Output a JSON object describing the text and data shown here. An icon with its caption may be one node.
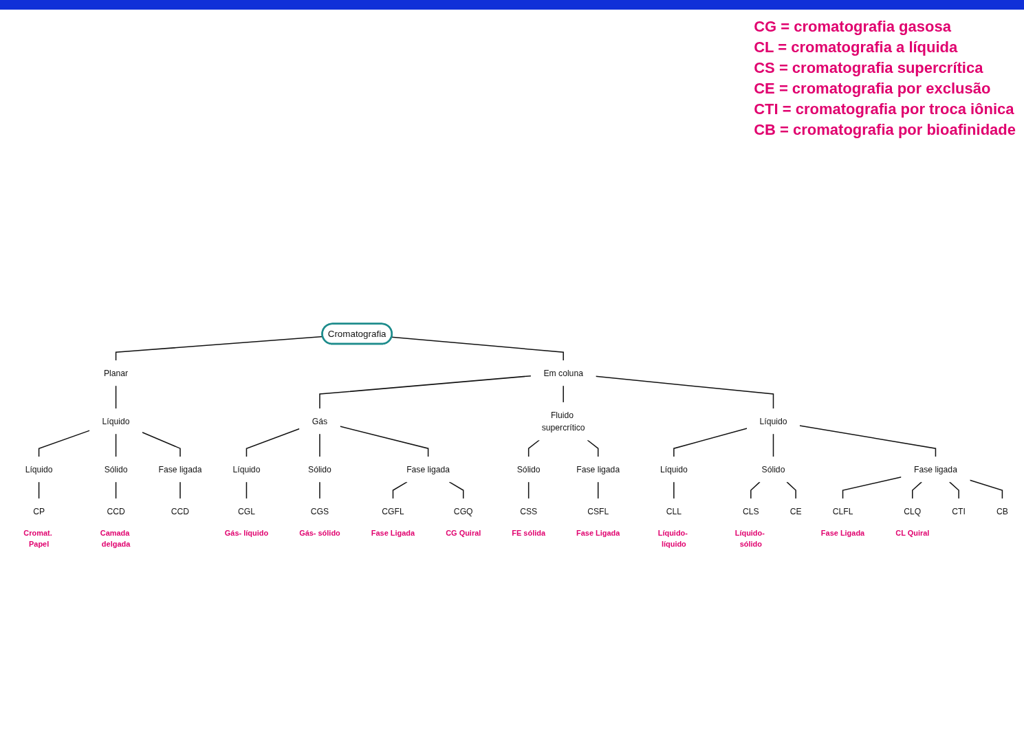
{
  "diagram": {
    "nodes": [
      {
        "text": [
          "Cromatografia"
        ]
      },
      {
        "text": [
          "Planar"
        ]
      },
      {
        "text": [
          "Em coluna"
        ]
      },
      {
        "text": [
          "Líquido"
        ]
      },
      {
        "text": [
          "Gás"
        ]
      },
      {
        "text": [
          "Fluido supercrítico"
        ]
      },
      {
        "text": [
          "Líquido"
        ]
      },
      {
        "text": [
          "Líquido"
        ]
      },
      {
        "text": [
          "Sólido"
        ]
      },
      {
        "text": [
          "Fase ligada"
        ]
      },
      {
        "text": [
          "Líquido"
        ]
      },
      {
        "text": [
          "Sólido"
        ]
      },
      {
        "text": [
          "Fase ligada"
        ]
      },
      {
        "text": [
          "Sólido"
        ]
      },
      {
        "text": [
          "Fase ligada"
        ]
      },
      {
        "text": [
          "Líquido"
        ]
      },
      {
        "text": [
          "Sólido"
        ]
      },
      {
        "text": [
          "Fase ligada"
        ]
      },
      {
        "text": [
          "CP"
        ],
        "beside": [
          "Cromat. Papel"
        ]
      },
      {
        "text": [
          "CCD"
        ],
        "beside": [
          "Camada delgada"
        ]
      },
      {
        "text": [
          "CCD"
        ]
      },
      {
        "text": [
          "CGL"
        ],
        "beside": [
          "Gás- líquido"
        ]
      },
      {
        "text": [
          "CGS"
        ],
        "beside": [
          "Gás- sólido"
        ]
      },
      {
        "text": [
          "CGFL"
        ],
        "beside": [
          "Fase Ligada"
        ]
      },
      {
        "text": [
          "CGQ"
        ],
        "beside": [
          "CG Quiral"
        ]
      },
      {
        "text": [
          "CSS"
        ],
        "beside": [
          "FE sólida"
        ]
      },
      {
        "text": [
          "CSFL"
        ],
        "beside": [
          "Fase Ligada"
        ]
      },
      {
        "text": [
          "CLL"
        ],
        "beside": [
          "Líquido- líquido"
        ]
      },
      {
        "text": [
          "CLS"
        ],
        "beside": [
          "Líquido- sólido"
        ]
      },
      {
        "text": [
          "CE"
        ]
      },
      {
        "text": [
          "CLFL"
        ],
        "beside": [
          "Fase Ligada"
        ]
      },
      {
        "text": [
          "CLQ"
        ],
        "beside": [
          "CL Quiral"
        ]
      },
      {
        "text": [
          "CTI"
        ]
      },
      {
        "text": [
          "CB"
        ]
      }
    ],
    "edges": [
      {
        "from": 0,
        "to": 1,
        "arrow": "none"
      },
      {
        "from": 0,
        "to": 2,
        "arrow": "none"
      },
      {
        "from": 1,
        "to": 3,
        "arrow": "none"
      },
      {
        "from": 2,
        "to": 4,
        "arrow": "none"
      },
      {
        "from": 2,
        "to": 5,
        "arrow": "none"
      },
      {
        "from": 2,
        "to": 6,
        "arrow": "none"
      },
      {
        "from": 3,
        "to": 7,
        "arrow": "none"
      },
      {
        "from": 3,
        "to": 8,
        "arrow": "none"
      },
      {
        "from": 3,
        "to": 9,
        "arrow": "none"
      },
      {
        "from": 4,
        "to": 10,
        "arrow": "none"
      },
      {
        "from": 4,
        "to": 11,
        "arrow": "none"
      },
      {
        "from": 4,
        "to": 12,
        "arrow": "none"
      },
      {
        "from": 5,
        "to": 13,
        "arrow": "none"
      },
      {
        "from": 5,
        "to": 14,
        "arrow": "none"
      },
      {
        "from": 6,
        "to": 15,
        "arrow": "none"
      },
      {
        "from": 6,
        "to": 16,
        "arrow": "none"
      },
      {
        "from": 6,
        "to": 17,
        "arrow": "none"
      },
      {
        "from": 7,
        "to": 18,
        "arrow": "none"
      },
      {
        "from": 8,
        "to": 19,
        "arrow": "none"
      },
      {
        "from": 9,
        "to": 20,
        "arrow": "none"
      },
      {
        "from": 10,
        "to": 21,
        "arrow": "none"
      },
      {
        "from": 11,
        "to": 22,
        "arrow": "none"
      },
      {
        "from": 12,
        "to": 23,
        "arrow": "none"
      },
      {
        "from": 12,
        "to": 24,
        "arrow": "none"
      },
      {
        "from": 13,
        "to": 25,
        "arrow": "none"
      },
      {
        "from": 14,
        "to": 26,
        "arrow": "none"
      },
      {
        "from": 15,
        "to": 27,
        "arrow": "none"
      },
      {
        "from": 16,
        "to": 28,
        "arrow": "none"
      },
      {
        "from": 16,
        "to": 29,
        "arrow": "none"
      },
      {
        "from": 17,
        "to": 30,
        "arrow": "none"
      },
      {
        "from": 17,
        "to": 31,
        "arrow": "none"
      },
      {
        "from": 17,
        "to": 32,
        "arrow": "none"
      },
      {
        "from": 17,
        "to": 33,
        "arrow": "none"
      }
    ],
    "labels": [
      "CG = cromatografia gasosa",
      "CL = cromatografia a líquida",
      "CS = cromatografia supercrítica",
      "CE = cromatografia por exclusão",
      "CTI = cromatografia por troca iônica",
      "CB = cromatografia por bioafinidade"
    ]
  }
}
